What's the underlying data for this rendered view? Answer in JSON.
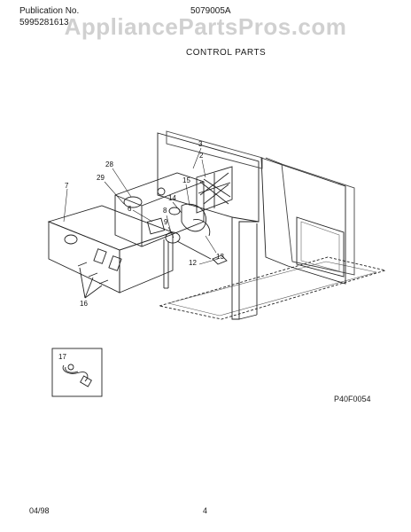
{
  "header": {
    "publication_label": "Publication No.",
    "publication_number": "5995281613",
    "model_number": "5079005A",
    "section_title": "CONTROL PARTS"
  },
  "watermark": "AppliancePartsPros.com",
  "callouts": [
    "3",
    "2",
    "28",
    "29",
    "15",
    "14",
    "6",
    "8",
    "9",
    "13",
    "12",
    "7",
    "16",
    "17"
  ],
  "figure_code": "P40F0054",
  "footer": {
    "date": "04/98",
    "page": "4"
  }
}
